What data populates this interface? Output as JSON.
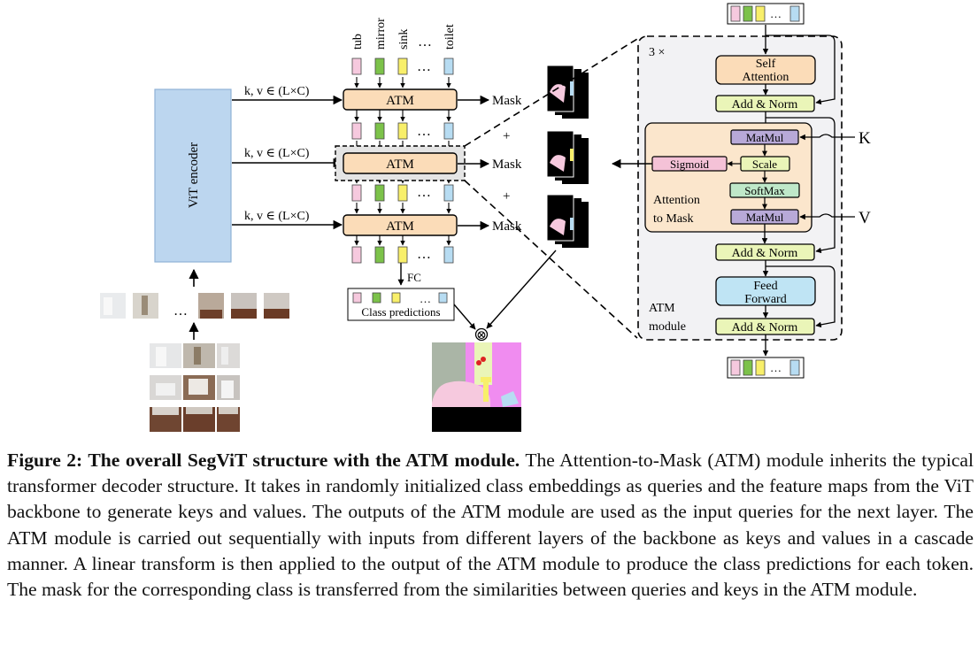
{
  "classes": [
    "tub",
    "mirror",
    "sink",
    "…",
    "toilet"
  ],
  "token_colors": {
    "tub": "#f6c9de",
    "mirror": "#7cc24a",
    "sink": "#f8ef6a",
    "toilet": "#b7dcf2"
  },
  "ellipsis": "…",
  "encoder_label": "ViT encoder",
  "kv_label": "k, v ∈ (L×C)",
  "atm_label": "ATM",
  "mask_label": "Mask",
  "plus": "+",
  "fc_label": "FC",
  "class_predictions_label": "Class predictions",
  "otimes": "⊗",
  "atm_detail": {
    "repeat": "3 ×",
    "self_attention": [
      "Self",
      "Attention"
    ],
    "add_norm": "Add & Norm",
    "matmul": "MatMul",
    "sigmoid": "Sigmoid",
    "scale": "Scale",
    "softmax": "SoftMax",
    "attention_to_mask": [
      "Attention",
      "to Mask"
    ],
    "feed_forward": [
      "Feed",
      "Forward"
    ],
    "atm_module": [
      "ATM",
      "module"
    ],
    "k": "K",
    "v": "V"
  },
  "colors": {
    "encoder": "#bcd6ef",
    "atm": "#fbdcb8",
    "add_norm": "#eaf5b8",
    "matmul": "#b8a9d8",
    "sigmoid": "#f4c2d7",
    "softmax": "#bfe8c9",
    "feed_forward": "#bfe4f4",
    "panel": "#f2f2f4",
    "mask_pink": "#f6c9de",
    "mask_green": "#aab5a6",
    "mask_magenta": "#f08cf0"
  },
  "caption": {
    "label": "Figure 2: The overall SegViT structure with the ATM module.",
    "text": "The Attention-to-Mask (ATM) module inherits the typical transformer decoder structure. It takes in randomly initialized class embeddings as queries and the feature maps from the ViT backbone to generate keys and values. The outputs of the ATM module are used as the input queries for the next layer. The ATM module is carried out sequentially with inputs from different layers of the backbone as keys and values in a cascade manner. A linear transform is then applied to the output of the ATM module to produce the class predictions for each token. The mask for the corresponding class is transferred from the similarities between queries and keys in the ATM module."
  }
}
